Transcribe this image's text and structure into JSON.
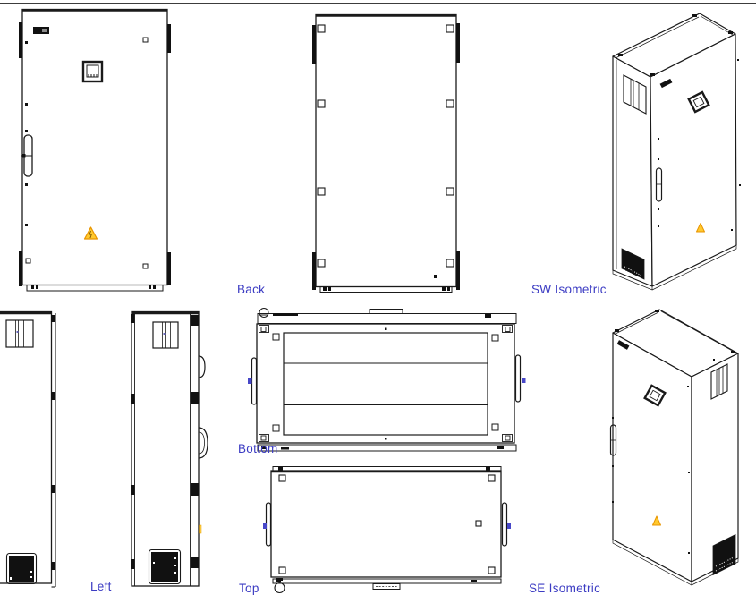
{
  "sheet": {
    "background_color": "#ffffff",
    "border_color": "#3c3c3c",
    "line_color": "#1a1a1a",
    "label_color": "#3c3cc3",
    "warning_fill": "#ffc92e",
    "warning_stroke": "#e89400",
    "vent_fill": "#111111",
    "handle_accent_color": "#4747c8"
  },
  "views": {
    "back": {
      "label": "Back"
    },
    "sw_isometric": {
      "label": "SW Isometric"
    },
    "left": {
      "label": "Left"
    },
    "bottom": {
      "label": "Bottom"
    },
    "top": {
      "label": "Top"
    },
    "se_isometric": {
      "label": "SE Isometric"
    }
  },
  "icons": {
    "warning_triangle": "⚠",
    "vent_grille": "▦",
    "display_window": "▣",
    "door_handle": "▯",
    "fastener": "▫"
  }
}
